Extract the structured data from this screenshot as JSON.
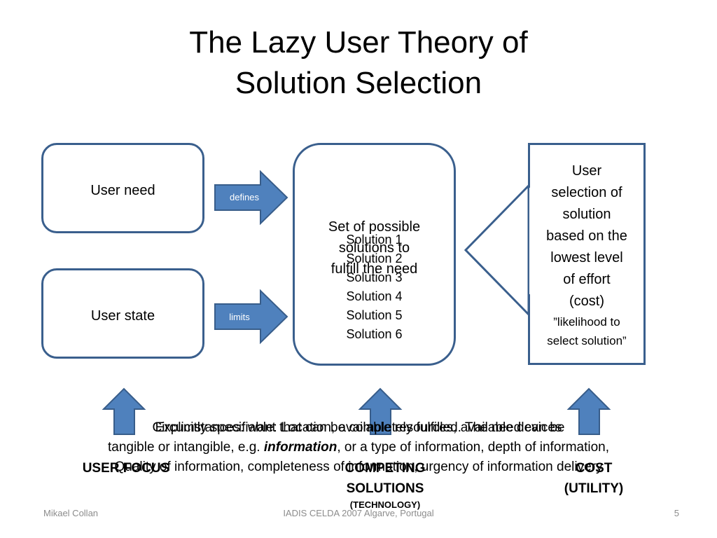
{
  "title": {
    "line1": "The Lazy User Theory of",
    "line2": "Solution Selection"
  },
  "boxes": {
    "user_need": "User need",
    "user_state": "User state",
    "solutions_header": {
      "line1": "Set of possible",
      "line2": "solutions to",
      "line3": "fulfill the need"
    },
    "solutions": [
      "Solution 1",
      "Solution 2",
      "Solution 3",
      "Solution 4",
      "Solution 5",
      "Solution 6"
    ],
    "selection": {
      "lines": [
        "User",
        "selection of",
        "solution",
        "based on the",
        "lowest level",
        "of effort",
        "(cost)"
      ],
      "quote_line1": "”likelihood to",
      "quote_line2": "select solution”"
    }
  },
  "arrows": {
    "defines": "defines",
    "limits": "limits"
  },
  "bottom_overlay": {
    "line1": "Explicitly specifiable: Location, available resources, available devices",
    "line2_a": "Circumstances: want that can be completely fulfilled. The need can be",
    "line2_b": "tangible or intangible, e.g.",
    "line2_italic": "information",
    "line2_c": ", or a type of information, depth of information,",
    "line3": "Quality of information, completeness of information, urgency of information delivery"
  },
  "labels": {
    "user_focus": "USER FOCUS",
    "competing": {
      "line1": "COMPETING",
      "line2": "SOLUTIONS",
      "line3": "(TECHNOLOGY)"
    },
    "cost": {
      "line1": "COST",
      "line2": "(UTILITY)"
    }
  },
  "footer": {
    "author": "Mikael Collan",
    "event": "IADIS CELDA 2007 Algarve, Portugal",
    "page": "5"
  },
  "colors": {
    "arrow_fill": "#4f81bd",
    "arrow_stroke": "#385d8a",
    "box_border": "#3a5f8d"
  }
}
